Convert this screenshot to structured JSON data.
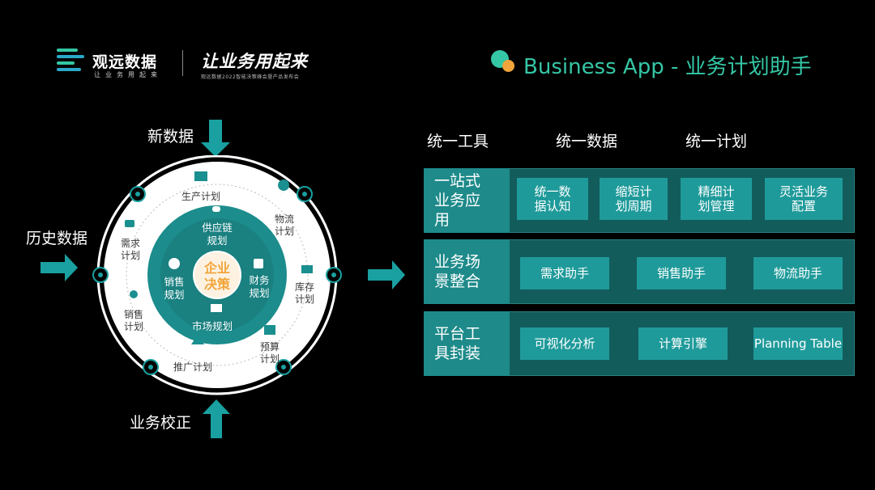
{
  "header": {
    "brand_name": "观远数据",
    "brand_sub": "让业务用起来",
    "slogan": "让业务用起来",
    "slogan_sub": "观远数据2022智能决策峰会暨产品发布会",
    "app_title": "Business App - 业务计划助手"
  },
  "left": {
    "top_label": "新数据",
    "left_label": "历史数据",
    "bottom_label": "业务校正",
    "center": "企业决策",
    "inner": {
      "supply": "供应链规划",
      "finance": "财务规划",
      "market": "市场规划",
      "sales": "销售规划"
    },
    "outer": {
      "production": "生产计划",
      "logistics": "物流计划",
      "inventory": "库存计划",
      "budget": "预算计划",
      "promotion": "推广计划",
      "sales": "销售计划",
      "demand": "需求计划"
    }
  },
  "right": {
    "columns": [
      "统一工具",
      "统一数据",
      "统一计划"
    ],
    "rows": [
      {
        "head": "一站式业务应用",
        "chips": [
          "统一数据认知",
          "缩短计划周期",
          "精细计划管理",
          "灵活业务配置"
        ]
      },
      {
        "head": "业务场景整合",
        "chips": [
          "需求助手",
          "销售助手",
          "物流助手"
        ]
      },
      {
        "head": "平台工具封装",
        "chips": [
          "可视化分析",
          "计算引擎",
          "Planning Table"
        ]
      }
    ]
  },
  "colors": {
    "accent_green": "#35c6a5",
    "accent_orange": "#f2a53a",
    "teal_dark": "#135c5c",
    "teal_mid": "#1e8a8a",
    "teal_chip": "#1f9a9a",
    "ring_teal": "#1c8c8c"
  }
}
